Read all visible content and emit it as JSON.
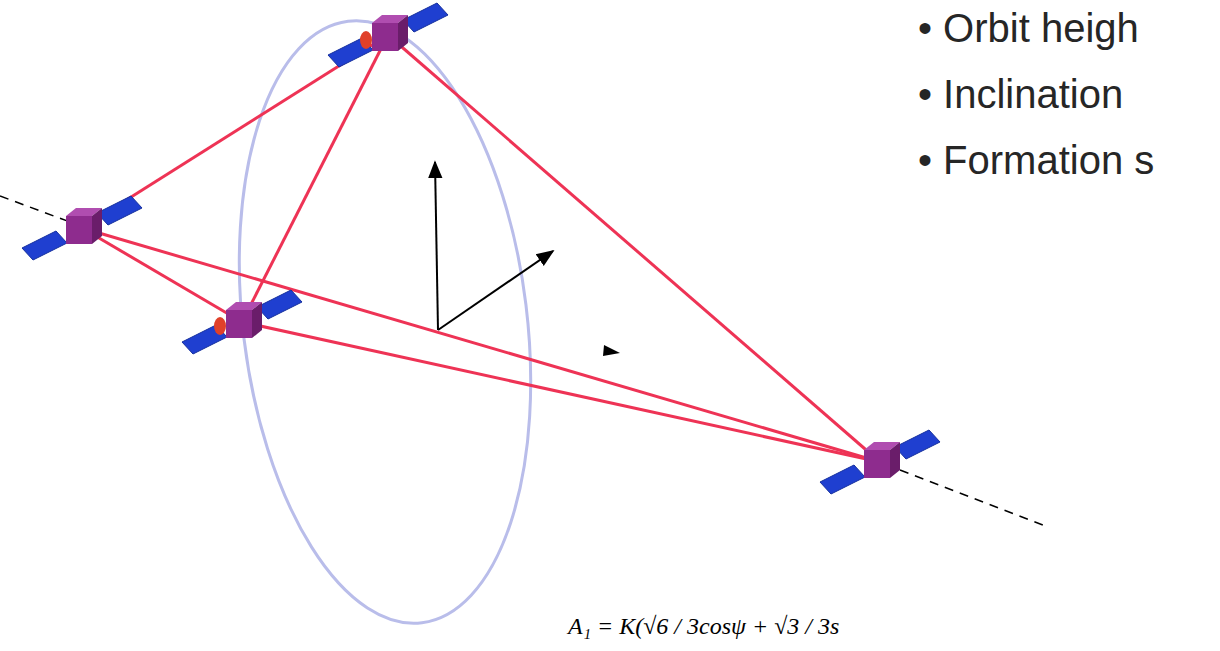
{
  "diagram": {
    "labels": [
      "• Orbit heigh",
      "• Inclination",
      "• Formation s",
      "A₁ = K(√6 / 3cosψ + √3 / 3s"
    ]
  }
}
